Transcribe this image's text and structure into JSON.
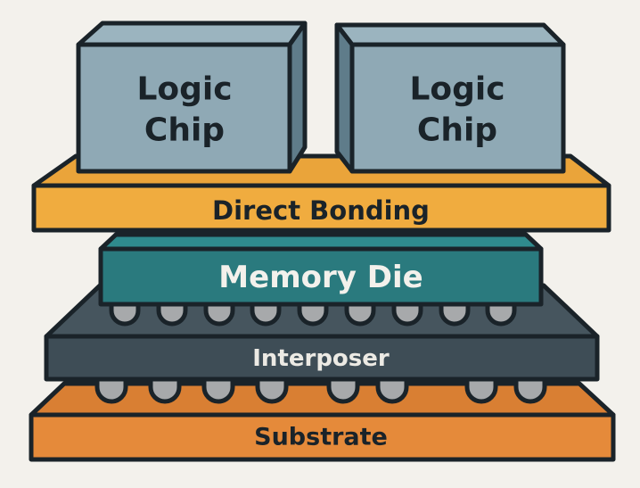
{
  "layers": {
    "logic_chip_left": {
      "line1": "Logic",
      "line2": "Chip"
    },
    "logic_chip_right": {
      "line1": "Logic",
      "line2": "Chip"
    },
    "direct_bonding": "Direct Bonding",
    "memory_die": "Memory Die",
    "interposer": "Interposer",
    "substrate": "Substrate"
  },
  "colors": {
    "background": "#f3f1ec",
    "logic_chip": "#8fa9b5",
    "direct_bonding": "#f0ac3f",
    "memory_die": "#2a7a7e",
    "interposer": "#3e4d56",
    "substrate": "#e58a3a",
    "bump": "#a7a9ab",
    "outline": "#1a2329"
  }
}
